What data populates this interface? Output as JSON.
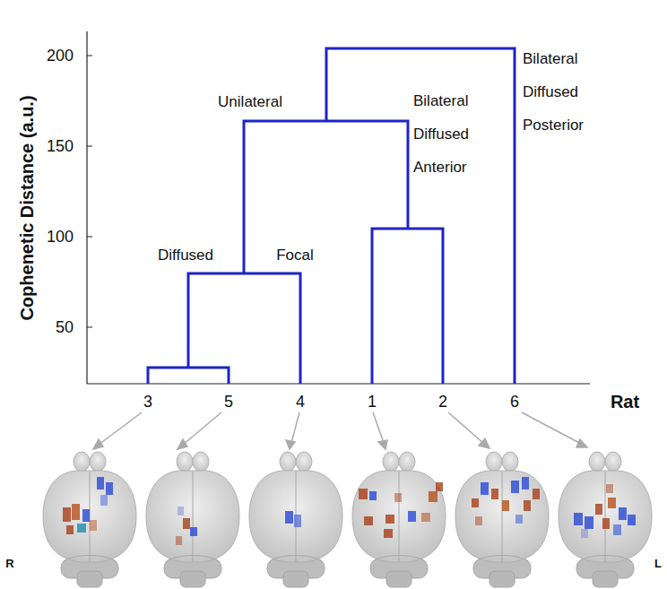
{
  "diagram": {
    "labels": [
      "Cophenetic Distance (a.u.)",
      "200",
      "150",
      "100",
      "50",
      "Unilateral",
      "Bilateral Diffused Anterior",
      "Bilateral Diffused Posterior",
      "Diffused",
      "Focal",
      "3",
      "5",
      "4",
      "1",
      "2",
      "6",
      "Rat",
      "R",
      "L"
    ]
  }
}
